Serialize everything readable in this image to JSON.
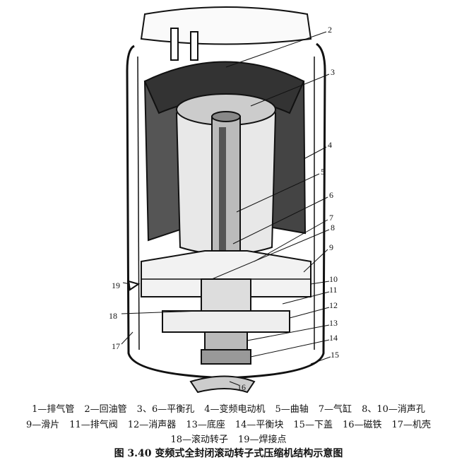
{
  "figure": {
    "part_numbers": [
      "2",
      "3",
      "4",
      "5",
      "6",
      "7",
      "8",
      "9",
      "10",
      "11",
      "12",
      "13",
      "14",
      "15",
      "16",
      "17",
      "18",
      "19"
    ],
    "legend_lines": [
      [
        "1—排气管",
        "2—回油管",
        "3、6—平衡孔",
        "4—变频电动机",
        "5—曲轴",
        "7—气缸",
        "8、10—消声孔"
      ],
      [
        "9—滑片",
        "11—排气阀",
        "12—消声器",
        "13—底座",
        "14—平衡块",
        "15—下盖",
        "16—磁铁",
        "17—机壳"
      ],
      [
        "18—滚动转子",
        "19—焊接点"
      ]
    ],
    "title": "图 3.40   变频式全封闭滚动转子式压缩机结构示意图"
  }
}
